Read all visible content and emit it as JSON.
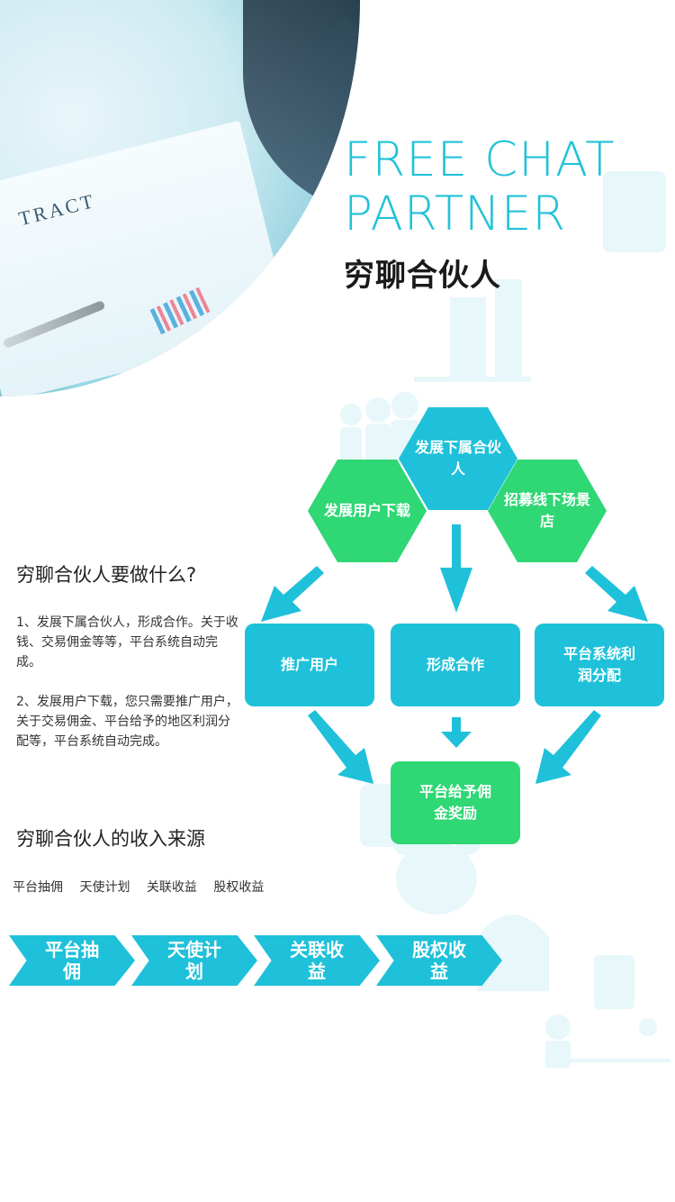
{
  "title_en": "FREE CHAT PARTNER",
  "title_cn": "穷聊合伙人",
  "hero": {
    "paper_text": "TRACT"
  },
  "hexagons": {
    "top": "发展下属合伙人",
    "left": "发展用户下载",
    "right": "招募线下场景店"
  },
  "boxes": {
    "promote": "推广用户",
    "cooperate": "形成合作",
    "distribute": "平台系统利润分配",
    "reward": "平台给予佣金奖励"
  },
  "section1": {
    "title": "穷聊合伙人要做什么?",
    "p1": "1、发展下属合伙人，形成合作。关于收钱、交易佣金等等，平台系统自动完成。",
    "p2": "2、发展用户下载，您只需要推广用户，关于交易佣金、平台给予的地区利润分配等，平台系统自动完成。"
  },
  "section2": {
    "title": "穷聊合伙人的收入来源",
    "sources": [
      "平台抽佣",
      "天使计划",
      "关联收益",
      "股权收益"
    ]
  },
  "chevrons": [
    "平台抽佣",
    "天使计划",
    "关联收益",
    "股权收益"
  ],
  "colors": {
    "cyan": "#1ec1d9",
    "green": "#2fd775",
    "title_cyan": "#22c2d8"
  }
}
